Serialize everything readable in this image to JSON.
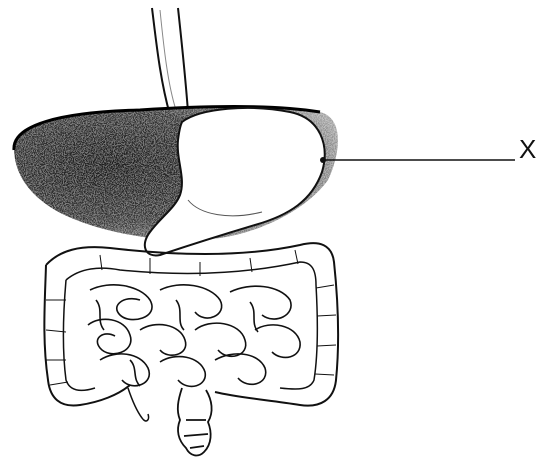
{
  "labels": {
    "x": "X"
  },
  "organs": {
    "oesophagus": "oesophagus",
    "liver": "liver",
    "stomach": "stomach",
    "large_intestine": "large-intestine",
    "small_intestine": "small-intestine",
    "rectum": "rectum"
  },
  "colors": {
    "ink": "#111111",
    "background": "#ffffff",
    "shade": "#3a3a3a"
  }
}
